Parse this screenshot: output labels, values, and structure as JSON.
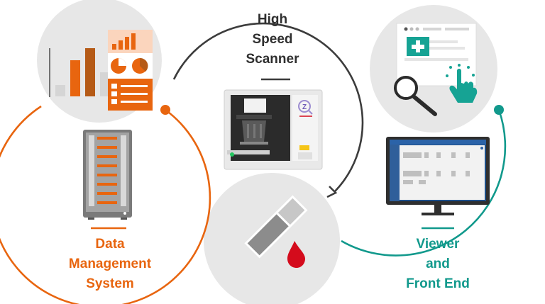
{
  "components": {
    "scanner": {
      "lines": [
        "High",
        "Speed",
        "Scanner"
      ],
      "color": "#2f2f2f"
    },
    "data_management": {
      "lines": [
        "Data",
        "Management",
        "System"
      ],
      "color": "#e8650f"
    },
    "viewer": {
      "lines": [
        "Viewer",
        "and",
        "Front End"
      ],
      "color": "#11998c"
    }
  },
  "colors": {
    "orange": "#e8650f",
    "teal": "#11998c",
    "dark": "#2f2f2f",
    "circle_fill": "#e7e7e7",
    "blood": "#d40b1c"
  },
  "icons": [
    "analytics-icon",
    "server-rack-icon",
    "slide-scanner-icon",
    "zoom-logo-icon",
    "glass-slide-icon",
    "blood-drop-icon",
    "web-page-icon",
    "medical-cross-icon",
    "magnifier-icon",
    "touch-hand-icon",
    "monitor-icon"
  ]
}
